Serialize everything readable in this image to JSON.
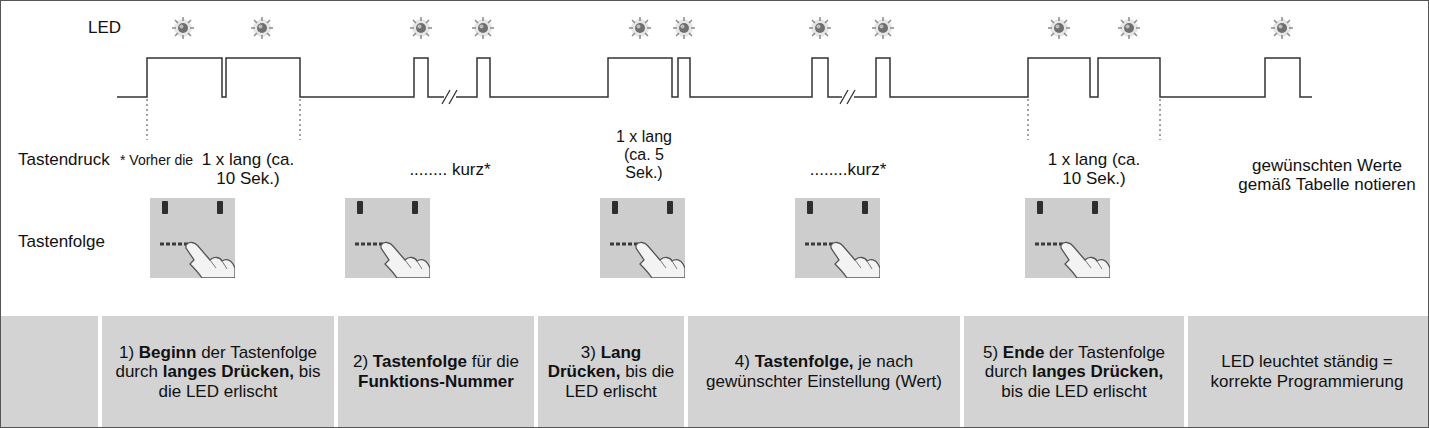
{
  "diagram": {
    "nodes": [
      {
        "text": [
          "1) Beginn der Tastenfolge durch langes Drücken, bis die LED erlischt"
        ]
      },
      {
        "text": [
          "2) Tastenfolge für die Funktions-Nummer"
        ]
      },
      {
        "text": [
          "3) Lang Drücken, bis die LED erlischt"
        ]
      },
      {
        "text": [
          "4) Tastenfolge, je nach gewünschter Einstellung (Wert)"
        ]
      },
      {
        "text": [
          "5) Ende der Tastenfolge durch langes Drücken, bis die LED erlischt"
        ]
      },
      {
        "text": [
          "LED leuchtet ständig = korrekte Programmierung"
        ]
      }
    ],
    "labels": [
      "LED",
      "Tastendruck",
      "* Vorher die",
      "1 x lang (ca. 10 Sek.)",
      "........ kurz*",
      "1 x lang (ca. 5 Sek.)",
      "........kurz*",
      "1 x lang (ca. 10 Sek.)",
      "gewünschten Werte gemäß Tabelle notieren",
      "Tastenfolge"
    ]
  }
}
